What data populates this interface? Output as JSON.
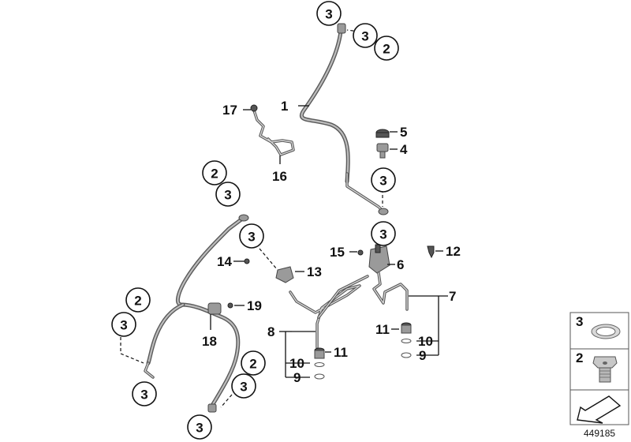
{
  "diagram": {
    "document_number": "449185",
    "callouts": {
      "c1": "3",
      "c2": "3",
      "c3": "2",
      "c4": "3",
      "c5": "3",
      "c6": "2",
      "c7": "3",
      "c8": "3",
      "c9": "2",
      "c10": "3",
      "c11": "3",
      "c12": "2",
      "c13": "3",
      "c14": "3"
    },
    "labels": {
      "p1": "1",
      "p17": "17",
      "p16": "16",
      "p5": "5",
      "p4": "4",
      "p15": "15",
      "p6": "6",
      "p12": "12",
      "p14": "14",
      "p13": "13",
      "p19": "19",
      "p18": "18",
      "p8": "8",
      "p11a": "11",
      "p10a": "10",
      "p9a": "9",
      "p7": "7",
      "p11b": "11",
      "p10b": "10",
      "p9b": "9"
    },
    "legend": [
      {
        "number": "3",
        "icon": "sealing-ring-icon"
      },
      {
        "number": "2",
        "icon": "banjo-bolt-icon"
      },
      {
        "number": "",
        "icon": "arrow-icon"
      }
    ]
  }
}
